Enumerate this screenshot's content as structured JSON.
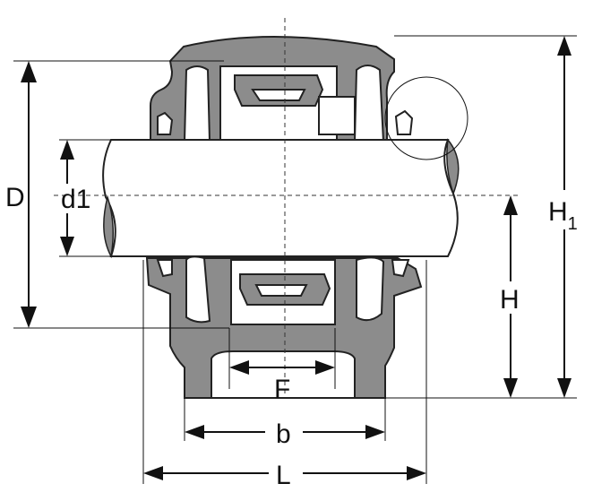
{
  "labels": {
    "D": "D",
    "d1": "d1",
    "H1_main": "H",
    "H1_sub": "1",
    "H": "H",
    "F": "F",
    "b": "b",
    "L": "L"
  },
  "colors": {
    "housing": "#8c8c8c",
    "outline": "#222222",
    "background": "#ffffff"
  }
}
